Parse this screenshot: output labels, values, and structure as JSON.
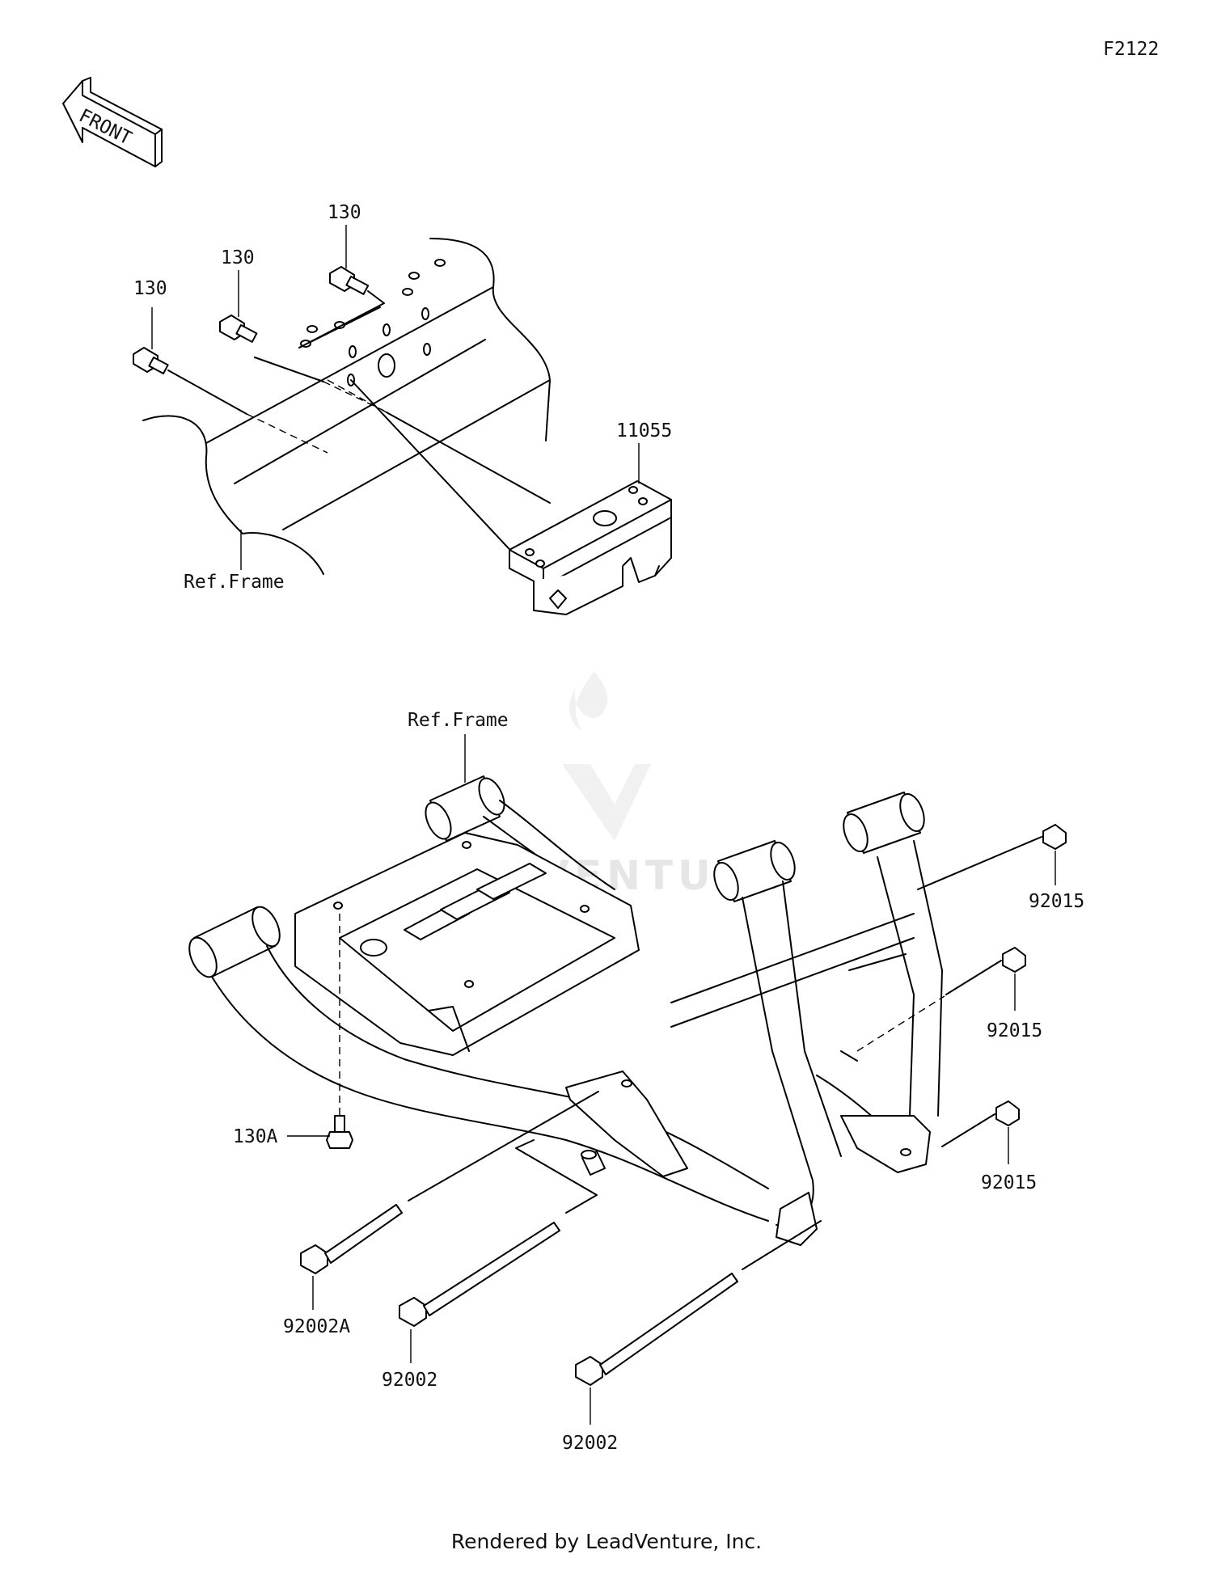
{
  "diagram_code": "F2122",
  "front_arrow": {
    "text": "FRONT"
  },
  "top_assembly": {
    "ref_label": "Ref.Frame",
    "bolt_labels": [
      "130",
      "130",
      "130"
    ],
    "bracket_label": "11055"
  },
  "bottom_assembly": {
    "ref_label": "Ref.Frame",
    "bolt_130a": "130A",
    "nut_labels": [
      "92015",
      "92015",
      "92015"
    ],
    "long_bolt_labels": [
      "92002A",
      "92002",
      "92002"
    ]
  },
  "watermark": {
    "text": "LEADVENTURE",
    "icon": "flame-v-logo"
  },
  "footer": "Rendered by LeadVenture, Inc."
}
